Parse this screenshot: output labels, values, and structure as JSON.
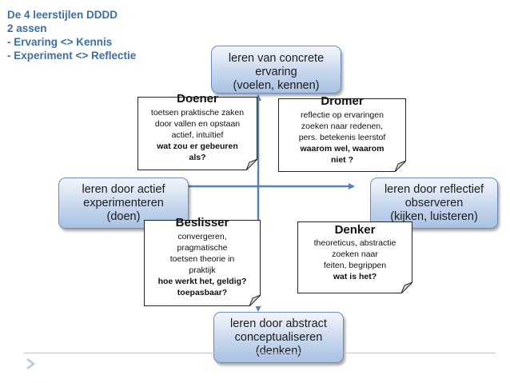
{
  "title_lines": [
    "De 4 leerstijlen DDDD",
    "2 assen",
    "- Ervaring <> Kennis",
    "- Experiment <> Reflectie"
  ],
  "poles": {
    "top": [
      "leren van concrete",
      "ervaring",
      "(voelen, kennen)"
    ],
    "left": [
      "leren door actief",
      "experimenteren",
      "(doen)"
    ],
    "right": [
      "leren door reflectief",
      "observeren",
      "(kijken, luisteren)"
    ],
    "bottom": [
      "leren door abstract",
      "conceptualiseren",
      "(denken)"
    ]
  },
  "styles": {
    "doener": {
      "heading": "Doener",
      "lines": [
        "toetsen praktische zaken",
        "door vallen en opstaan",
        "actief, intuïtief"
      ],
      "bold_lines": [
        "wat zou er gebeuren",
        "als?"
      ]
    },
    "dromer": {
      "heading": "Dromer",
      "lines": [
        "reflectie op ervaringen",
        "zoeken naar redenen,",
        "pers. betekenis leerstof"
      ],
      "bold_lines": [
        "waarom wel, waarom",
        "niet ?"
      ]
    },
    "beslisser": {
      "heading": "Beslisser",
      "lines": [
        "convergeren,",
        "pragmatische",
        "toetsen theorie in",
        "praktijk"
      ],
      "bold_lines": [
        "hoe werkt het, geldig?",
        "toepasbaar?"
      ]
    },
    "denker": {
      "heading": "Denker",
      "lines": [
        "theoreticus, abstractie",
        "zoeken naar",
        "feiten, begrippen"
      ],
      "bold_lines": [
        "wat is het?"
      ]
    }
  },
  "colors": {
    "title": "#3f6fa0",
    "axis": "#5b7fb5",
    "pill_border": "#6c8cc0"
  },
  "icons": {
    "footer": "footer-arrow-icon"
  }
}
